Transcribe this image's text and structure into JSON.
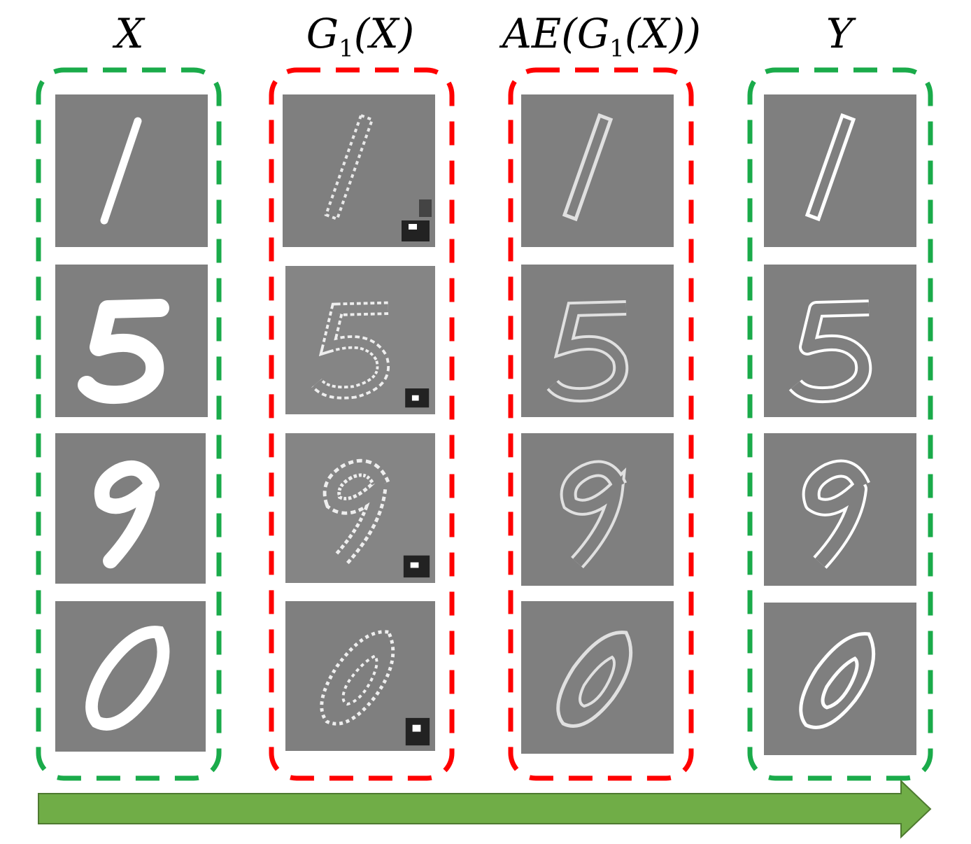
{
  "columns": [
    {
      "id": "x",
      "title": "X",
      "border_color": "#1aab4a",
      "digits": [
        "1",
        "5",
        "9",
        "0"
      ]
    },
    {
      "id": "g1x",
      "title": "G1(X)",
      "title_main": "G",
      "title_sub": "1",
      "title_tail": "(X)",
      "border_color": "#ff0000",
      "digits": [
        "1",
        "5",
        "9",
        "0"
      ]
    },
    {
      "id": "ae",
      "title": "AE(G1(X))",
      "title_main": "AE(G",
      "title_sub": "1",
      "title_tail": "(X))",
      "border_color": "#ff0000",
      "digits": [
        "1",
        "5",
        "9",
        "0"
      ]
    },
    {
      "id": "y",
      "title": "Y",
      "border_color": "#1aab4a",
      "digits": [
        "1",
        "5",
        "9",
        "0"
      ]
    }
  ],
  "arrow_color": "#70ad47",
  "tile_background": "#7f7f7f"
}
